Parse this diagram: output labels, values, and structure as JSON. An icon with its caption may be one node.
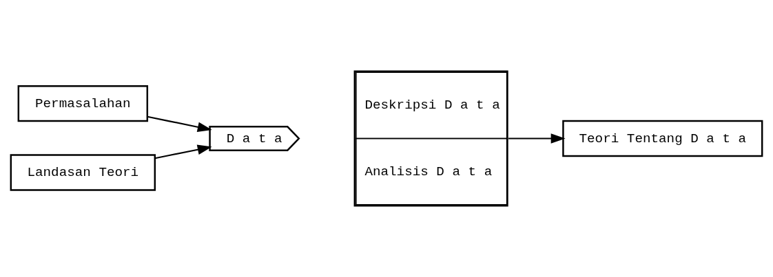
{
  "diagram": {
    "nodes": [
      {
        "text": [
          "Permasalahan"
        ]
      },
      {
        "text": [
          "Landasan Teori"
        ]
      },
      {
        "text": [
          "D a t a"
        ]
      },
      {
        "text": [
          "Deskripsi D a t a",
          "Analisis D a t a"
        ]
      },
      {
        "text": [
          "Teori Tentang D a t a"
        ]
      }
    ],
    "edges": [
      {
        "from": 0,
        "to": 2,
        "arrow": "to"
      },
      {
        "from": 1,
        "to": 2,
        "arrow": "to"
      },
      {
        "from": 3,
        "to": 4,
        "arrow": "to"
      }
    ]
  }
}
